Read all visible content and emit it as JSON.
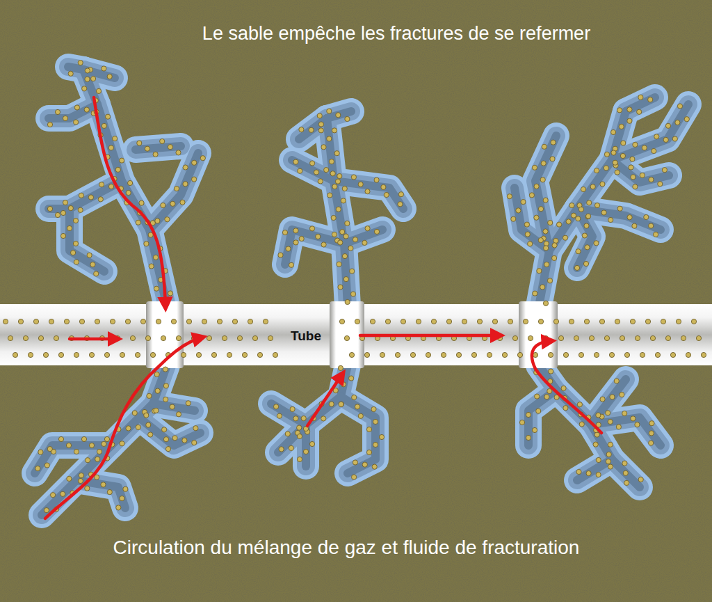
{
  "diagram": {
    "title": "Le sable empêche les fractures de se refermer",
    "caption": "Circulation du mélange de gaz et fluide de fracturation",
    "nodes": [
      {
        "text": [
          "Tube"
        ]
      }
    ]
  }
}
